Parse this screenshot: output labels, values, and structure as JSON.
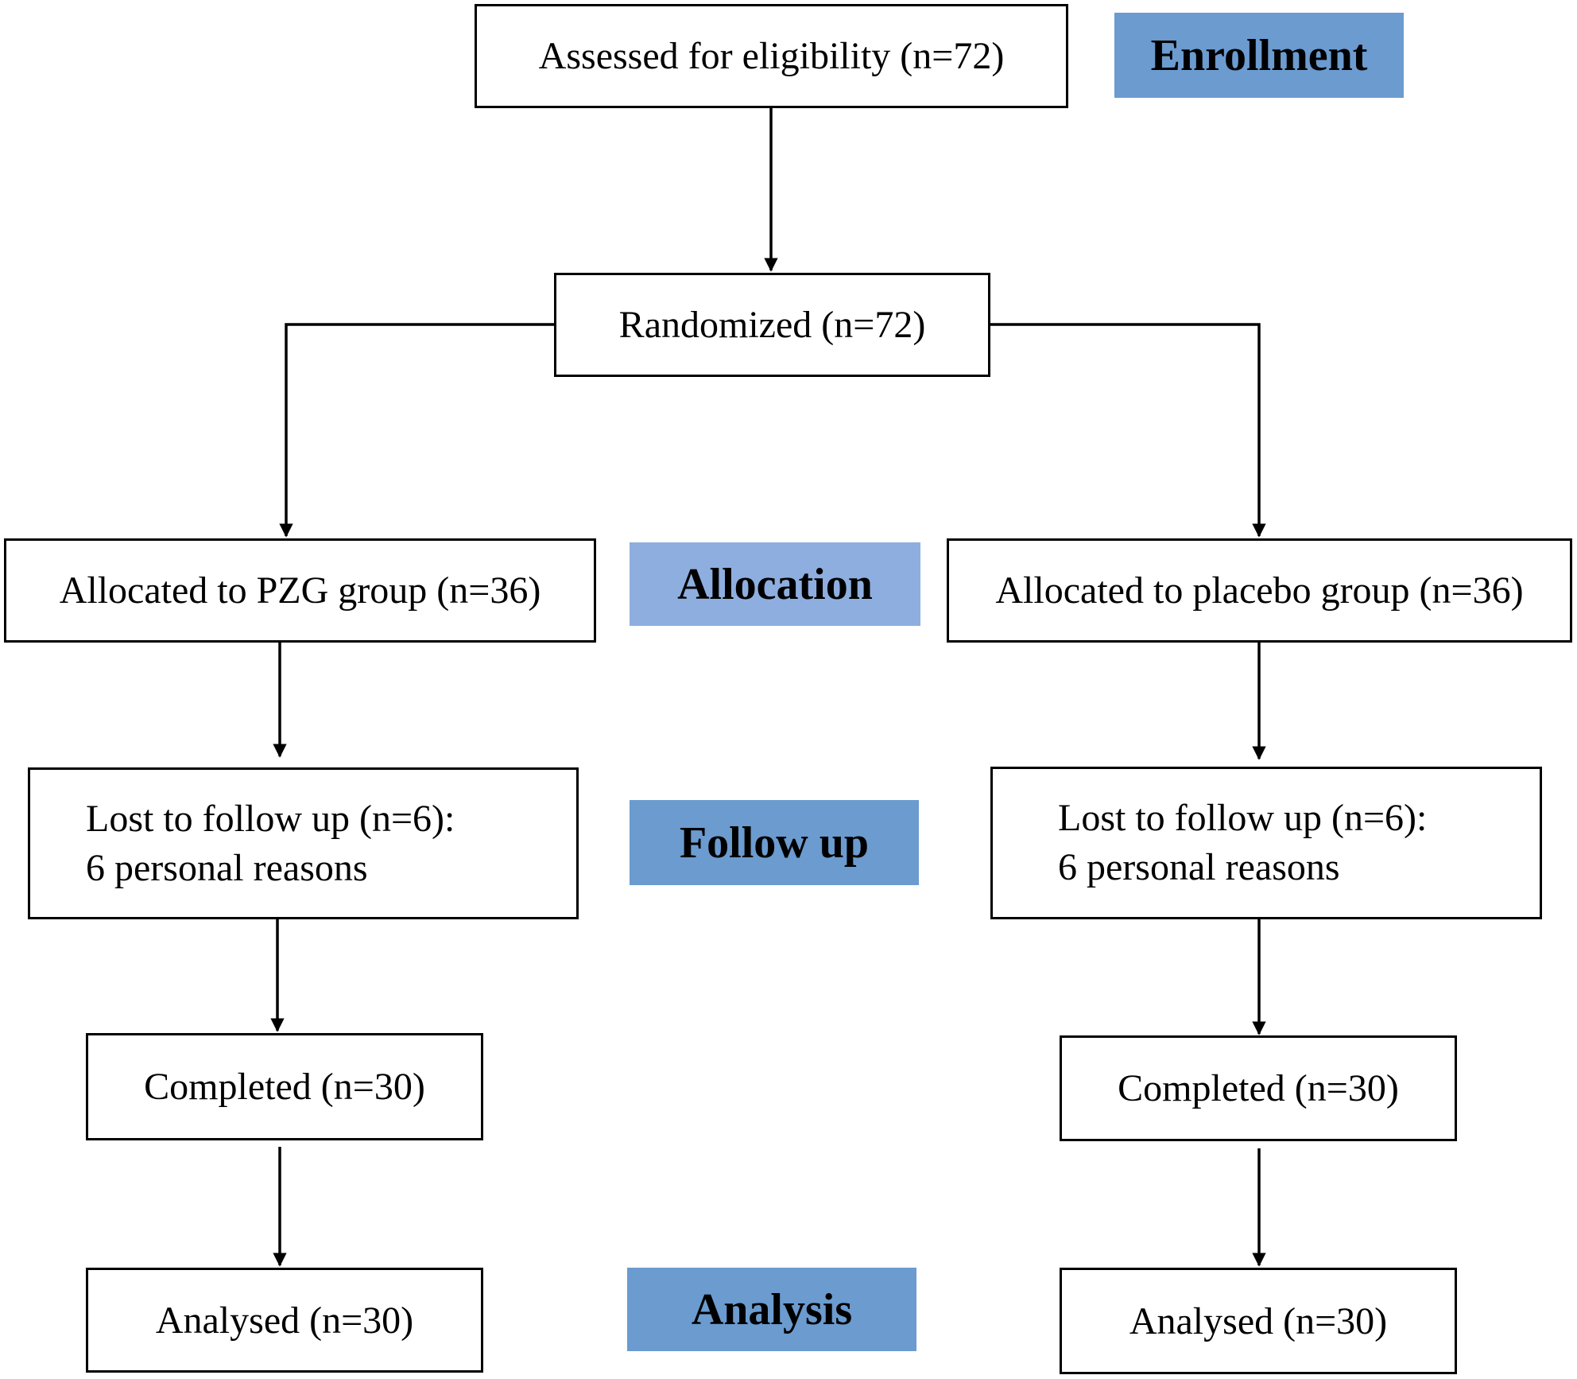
{
  "colors": {
    "stage_fill": "#6b9bcf",
    "stage_fill_light": "#8eaedf",
    "line": "#000000"
  },
  "stages": {
    "enrollment": "Enrollment",
    "allocation": "Allocation",
    "follow_up": "Follow up",
    "analysis": "Analysis"
  },
  "boxes": {
    "eligibility": "Assessed for eligibility (n=72)",
    "randomized": "Randomized (n=72)",
    "left": {
      "allocated": "Allocated to PZG group (n=36)",
      "lost_line1": "Lost to follow up (n=6):",
      "lost_line2": "6 personal reasons",
      "completed": "Completed (n=30)",
      "analysed": "Analysed (n=30)"
    },
    "right": {
      "allocated": "Allocated to placebo group (n=36)",
      "lost_line1": "Lost to follow up (n=6):",
      "lost_line2": "6 personal reasons",
      "completed": "Completed (n=30)",
      "analysed": "Analysed (n=30)"
    }
  }
}
